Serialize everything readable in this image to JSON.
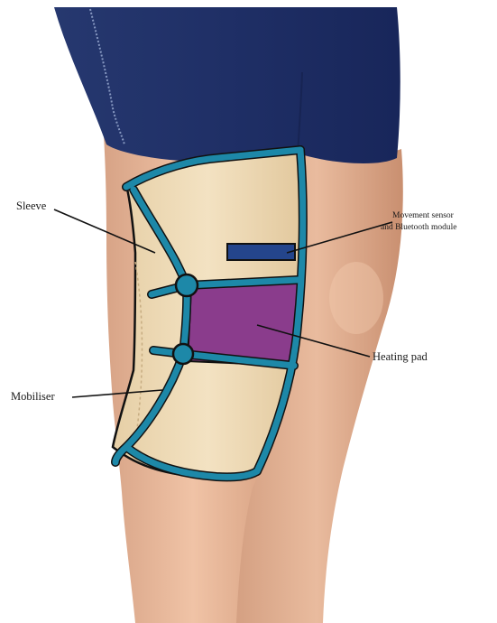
{
  "labels": {
    "sleeve": "Sleeve",
    "mobiliser": "Mobiliser",
    "heating_pad": "Heating pad",
    "sensor_line1": "Movement sensor",
    "sensor_line2": "and Bluetooth module"
  },
  "colors": {
    "background": "#ffffff",
    "shorts": "#1e2f6b",
    "skin": "#e9b79a",
    "sleeve_fabric": "#efdcb9",
    "frame_blue": "#1d88a8",
    "heating_pad": "#8a3c8c",
    "sensor_module": "#24458c",
    "leader_line": "#111111"
  },
  "icons": {
    "hinge_upper": "hinge-joint-icon",
    "hinge_lower": "hinge-joint-icon",
    "sensor": "sensor-module-icon"
  }
}
